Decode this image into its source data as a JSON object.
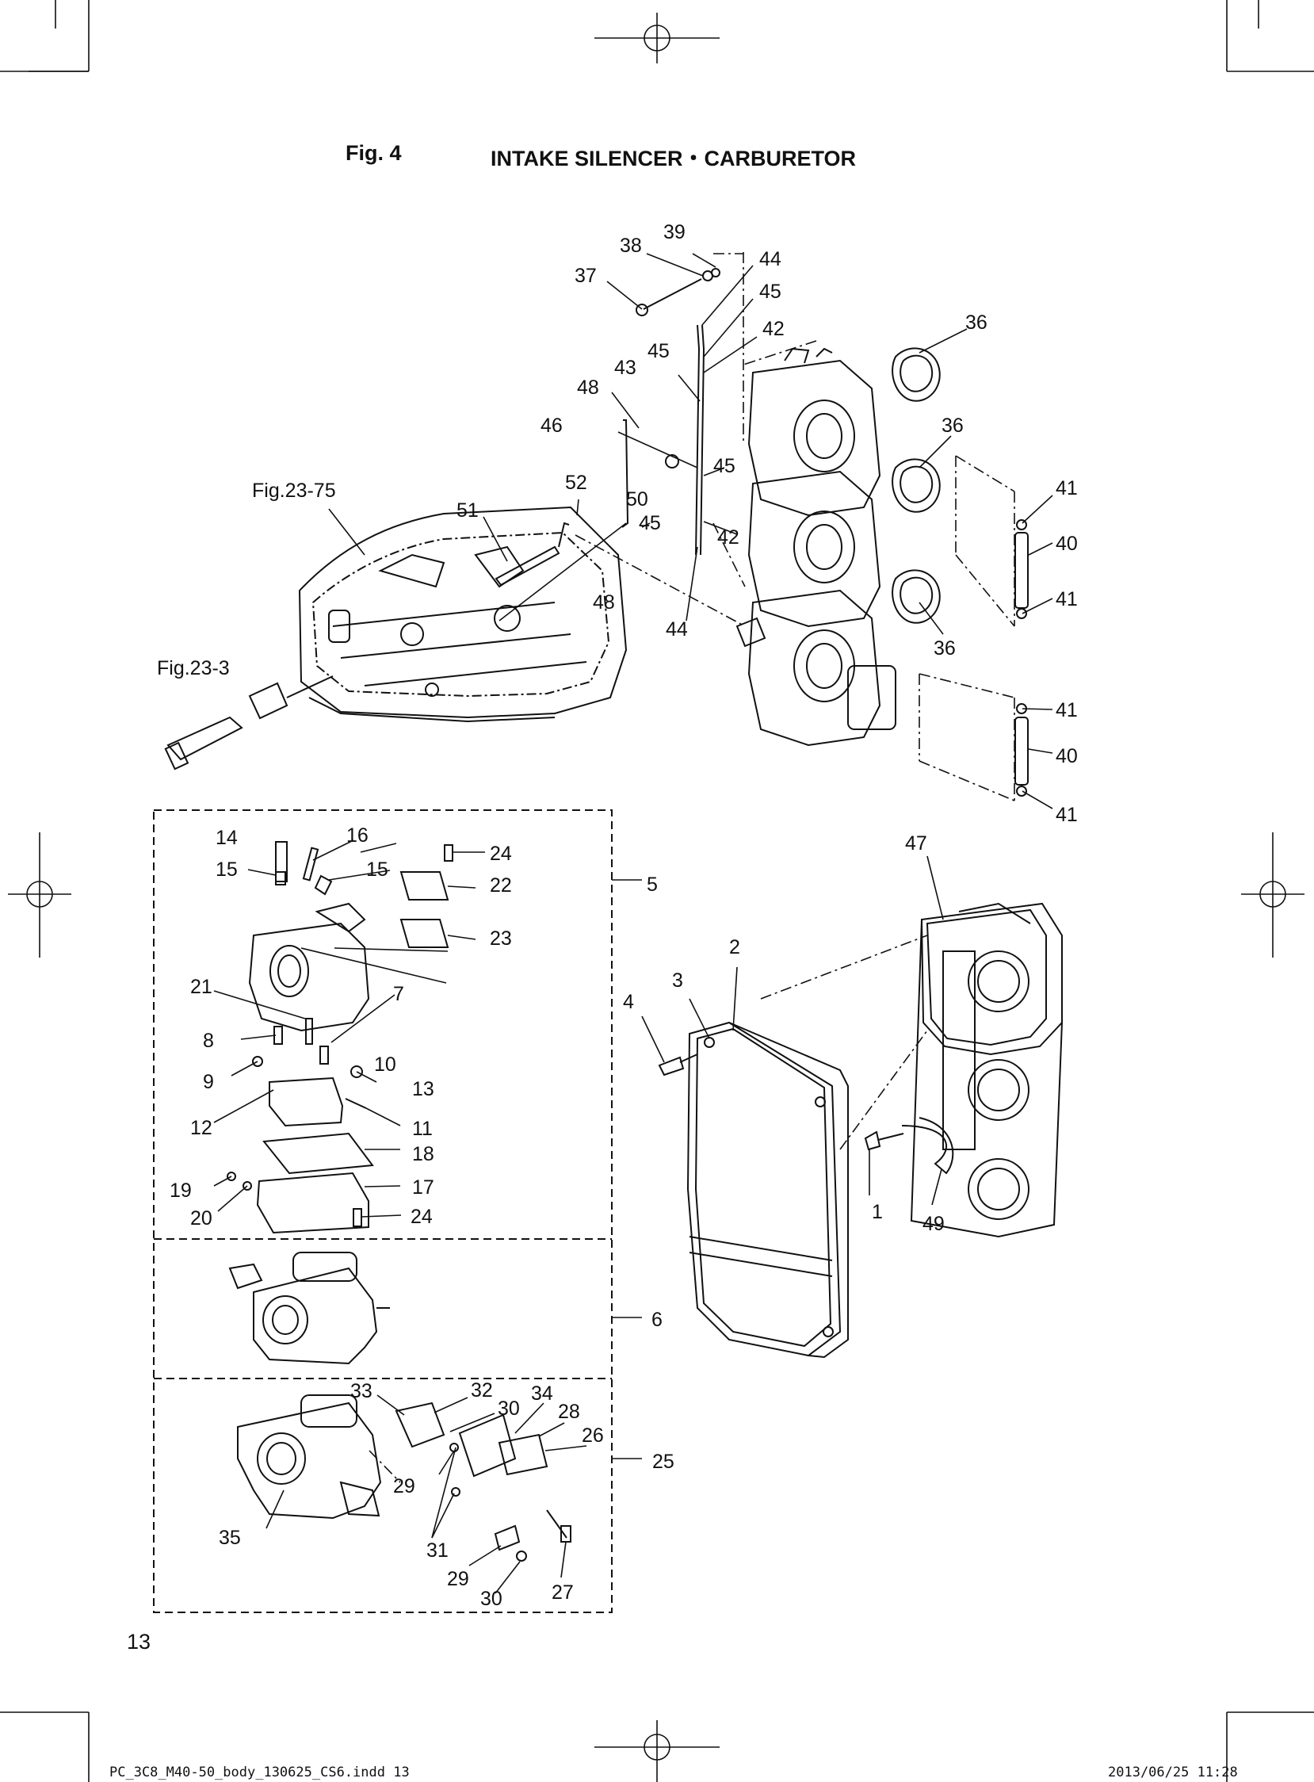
{
  "header": {
    "fig_label": "Fig. 4",
    "fig_title": "INTAKE SILENCER・CARBURETOR"
  },
  "references": {
    "fig23_75": "Fig.23-75",
    "fig23_3": "Fig.23-3"
  },
  "callouts": [
    {
      "id": "c39",
      "text": "39"
    },
    {
      "id": "c38",
      "text": "38"
    },
    {
      "id": "c44a",
      "text": "44"
    },
    {
      "id": "c37",
      "text": "37"
    },
    {
      "id": "c45a",
      "text": "45"
    },
    {
      "id": "c42a",
      "text": "42"
    },
    {
      "id": "c36a",
      "text": "36"
    },
    {
      "id": "c45b",
      "text": "45"
    },
    {
      "id": "c43",
      "text": "43"
    },
    {
      "id": "c48a",
      "text": "48"
    },
    {
      "id": "c36b",
      "text": "36"
    },
    {
      "id": "c46",
      "text": "46"
    },
    {
      "id": "c45c",
      "text": "45"
    },
    {
      "id": "c52",
      "text": "52"
    },
    {
      "id": "c41a",
      "text": "41"
    },
    {
      "id": "c50",
      "text": "50"
    },
    {
      "id": "c51",
      "text": "51"
    },
    {
      "id": "c45d",
      "text": "45"
    },
    {
      "id": "c42b",
      "text": "42"
    },
    {
      "id": "c40a",
      "text": "40"
    },
    {
      "id": "c48b",
      "text": "48"
    },
    {
      "id": "c41b",
      "text": "41"
    },
    {
      "id": "c44b",
      "text": "44"
    },
    {
      "id": "c36c",
      "text": "36"
    },
    {
      "id": "c41c",
      "text": "41"
    },
    {
      "id": "c40b",
      "text": "40"
    },
    {
      "id": "c41d",
      "text": "41"
    },
    {
      "id": "c47",
      "text": "47"
    },
    {
      "id": "c14",
      "text": "14"
    },
    {
      "id": "c16",
      "text": "16"
    },
    {
      "id": "c24a",
      "text": "24"
    },
    {
      "id": "c15a",
      "text": "15"
    },
    {
      "id": "c15b",
      "text": "15"
    },
    {
      "id": "c22",
      "text": "22"
    },
    {
      "id": "c5",
      "text": "5"
    },
    {
      "id": "c23",
      "text": "23"
    },
    {
      "id": "c2",
      "text": "2"
    },
    {
      "id": "c21",
      "text": "21"
    },
    {
      "id": "c7",
      "text": "7"
    },
    {
      "id": "c3",
      "text": "3"
    },
    {
      "id": "c4",
      "text": "4"
    },
    {
      "id": "c8",
      "text": "8"
    },
    {
      "id": "c9",
      "text": "9"
    },
    {
      "id": "c10",
      "text": "10"
    },
    {
      "id": "c13",
      "text": "13"
    },
    {
      "id": "c12",
      "text": "12"
    },
    {
      "id": "c11",
      "text": "11"
    },
    {
      "id": "c18",
      "text": "18"
    },
    {
      "id": "c1",
      "text": "1"
    },
    {
      "id": "c49",
      "text": "49"
    },
    {
      "id": "c19",
      "text": "19"
    },
    {
      "id": "c17",
      "text": "17"
    },
    {
      "id": "c20",
      "text": "20"
    },
    {
      "id": "c24b",
      "text": "24"
    },
    {
      "id": "c6",
      "text": "6"
    },
    {
      "id": "c33",
      "text": "33"
    },
    {
      "id": "c32",
      "text": "32"
    },
    {
      "id": "c34",
      "text": "34"
    },
    {
      "id": "c30a",
      "text": "30"
    },
    {
      "id": "c28",
      "text": "28"
    },
    {
      "id": "c26",
      "text": "26"
    },
    {
      "id": "c29a",
      "text": "29"
    },
    {
      "id": "c25",
      "text": "25"
    },
    {
      "id": "c35",
      "text": "35"
    },
    {
      "id": "c31",
      "text": "31"
    },
    {
      "id": "c29b",
      "text": "29"
    },
    {
      "id": "c27",
      "text": "27"
    },
    {
      "id": "c30b",
      "text": "30"
    }
  ],
  "footer": {
    "page_number": "13",
    "file_slug": "PC_3C8_M40-50_body_130625_CS6.indd  13",
    "date_slug": "2013/06/25  11:28"
  }
}
